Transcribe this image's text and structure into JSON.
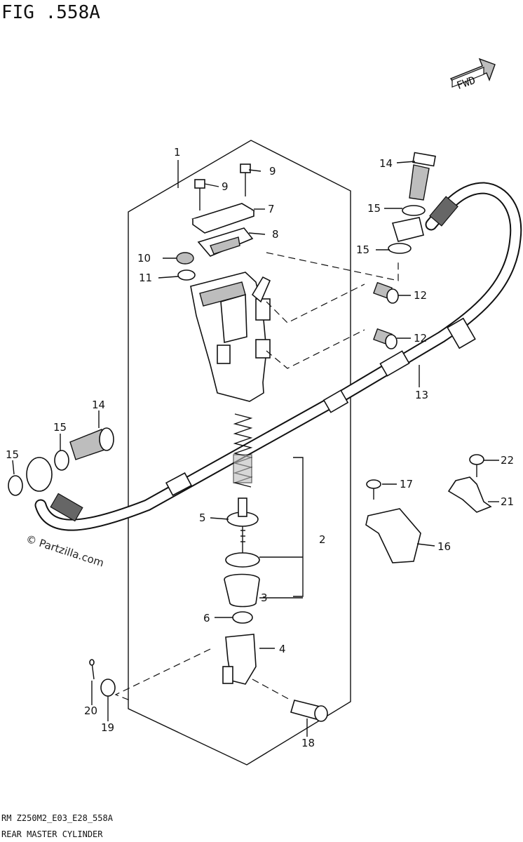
{
  "figure_id": "FIG .558A",
  "fwd_label": "FWD",
  "watermark": "© Partzilla.com",
  "footer": {
    "code": "RM Z250M2_E03_E28_558A",
    "title": "REAR MASTER CYLINDER"
  },
  "callouts": [
    {
      "id": "c1",
      "num": "1"
    },
    {
      "id": "c2",
      "num": "2"
    },
    {
      "id": "c3",
      "num": "3"
    },
    {
      "id": "c4",
      "num": "4"
    },
    {
      "id": "c5",
      "num": "5"
    },
    {
      "id": "c6",
      "num": "6"
    },
    {
      "id": "c7",
      "num": "7"
    },
    {
      "id": "c8",
      "num": "8"
    },
    {
      "id": "c9a",
      "num": "9"
    },
    {
      "id": "c9b",
      "num": "9"
    },
    {
      "id": "c10",
      "num": "10"
    },
    {
      "id": "c11",
      "num": "11"
    },
    {
      "id": "c12a",
      "num": "12"
    },
    {
      "id": "c12b",
      "num": "12"
    },
    {
      "id": "c13",
      "num": "13"
    },
    {
      "id": "c14a",
      "num": "14"
    },
    {
      "id": "c14b",
      "num": "14"
    },
    {
      "id": "c15a",
      "num": "15"
    },
    {
      "id": "c15b",
      "num": "15"
    },
    {
      "id": "c15c",
      "num": "15"
    },
    {
      "id": "c15d",
      "num": "15"
    },
    {
      "id": "c16",
      "num": "16"
    },
    {
      "id": "c17",
      "num": "17"
    },
    {
      "id": "c18",
      "num": "18"
    },
    {
      "id": "c19",
      "num": "19"
    },
    {
      "id": "c20",
      "num": "20"
    },
    {
      "id": "c21",
      "num": "21"
    },
    {
      "id": "c22",
      "num": "22"
    }
  ]
}
